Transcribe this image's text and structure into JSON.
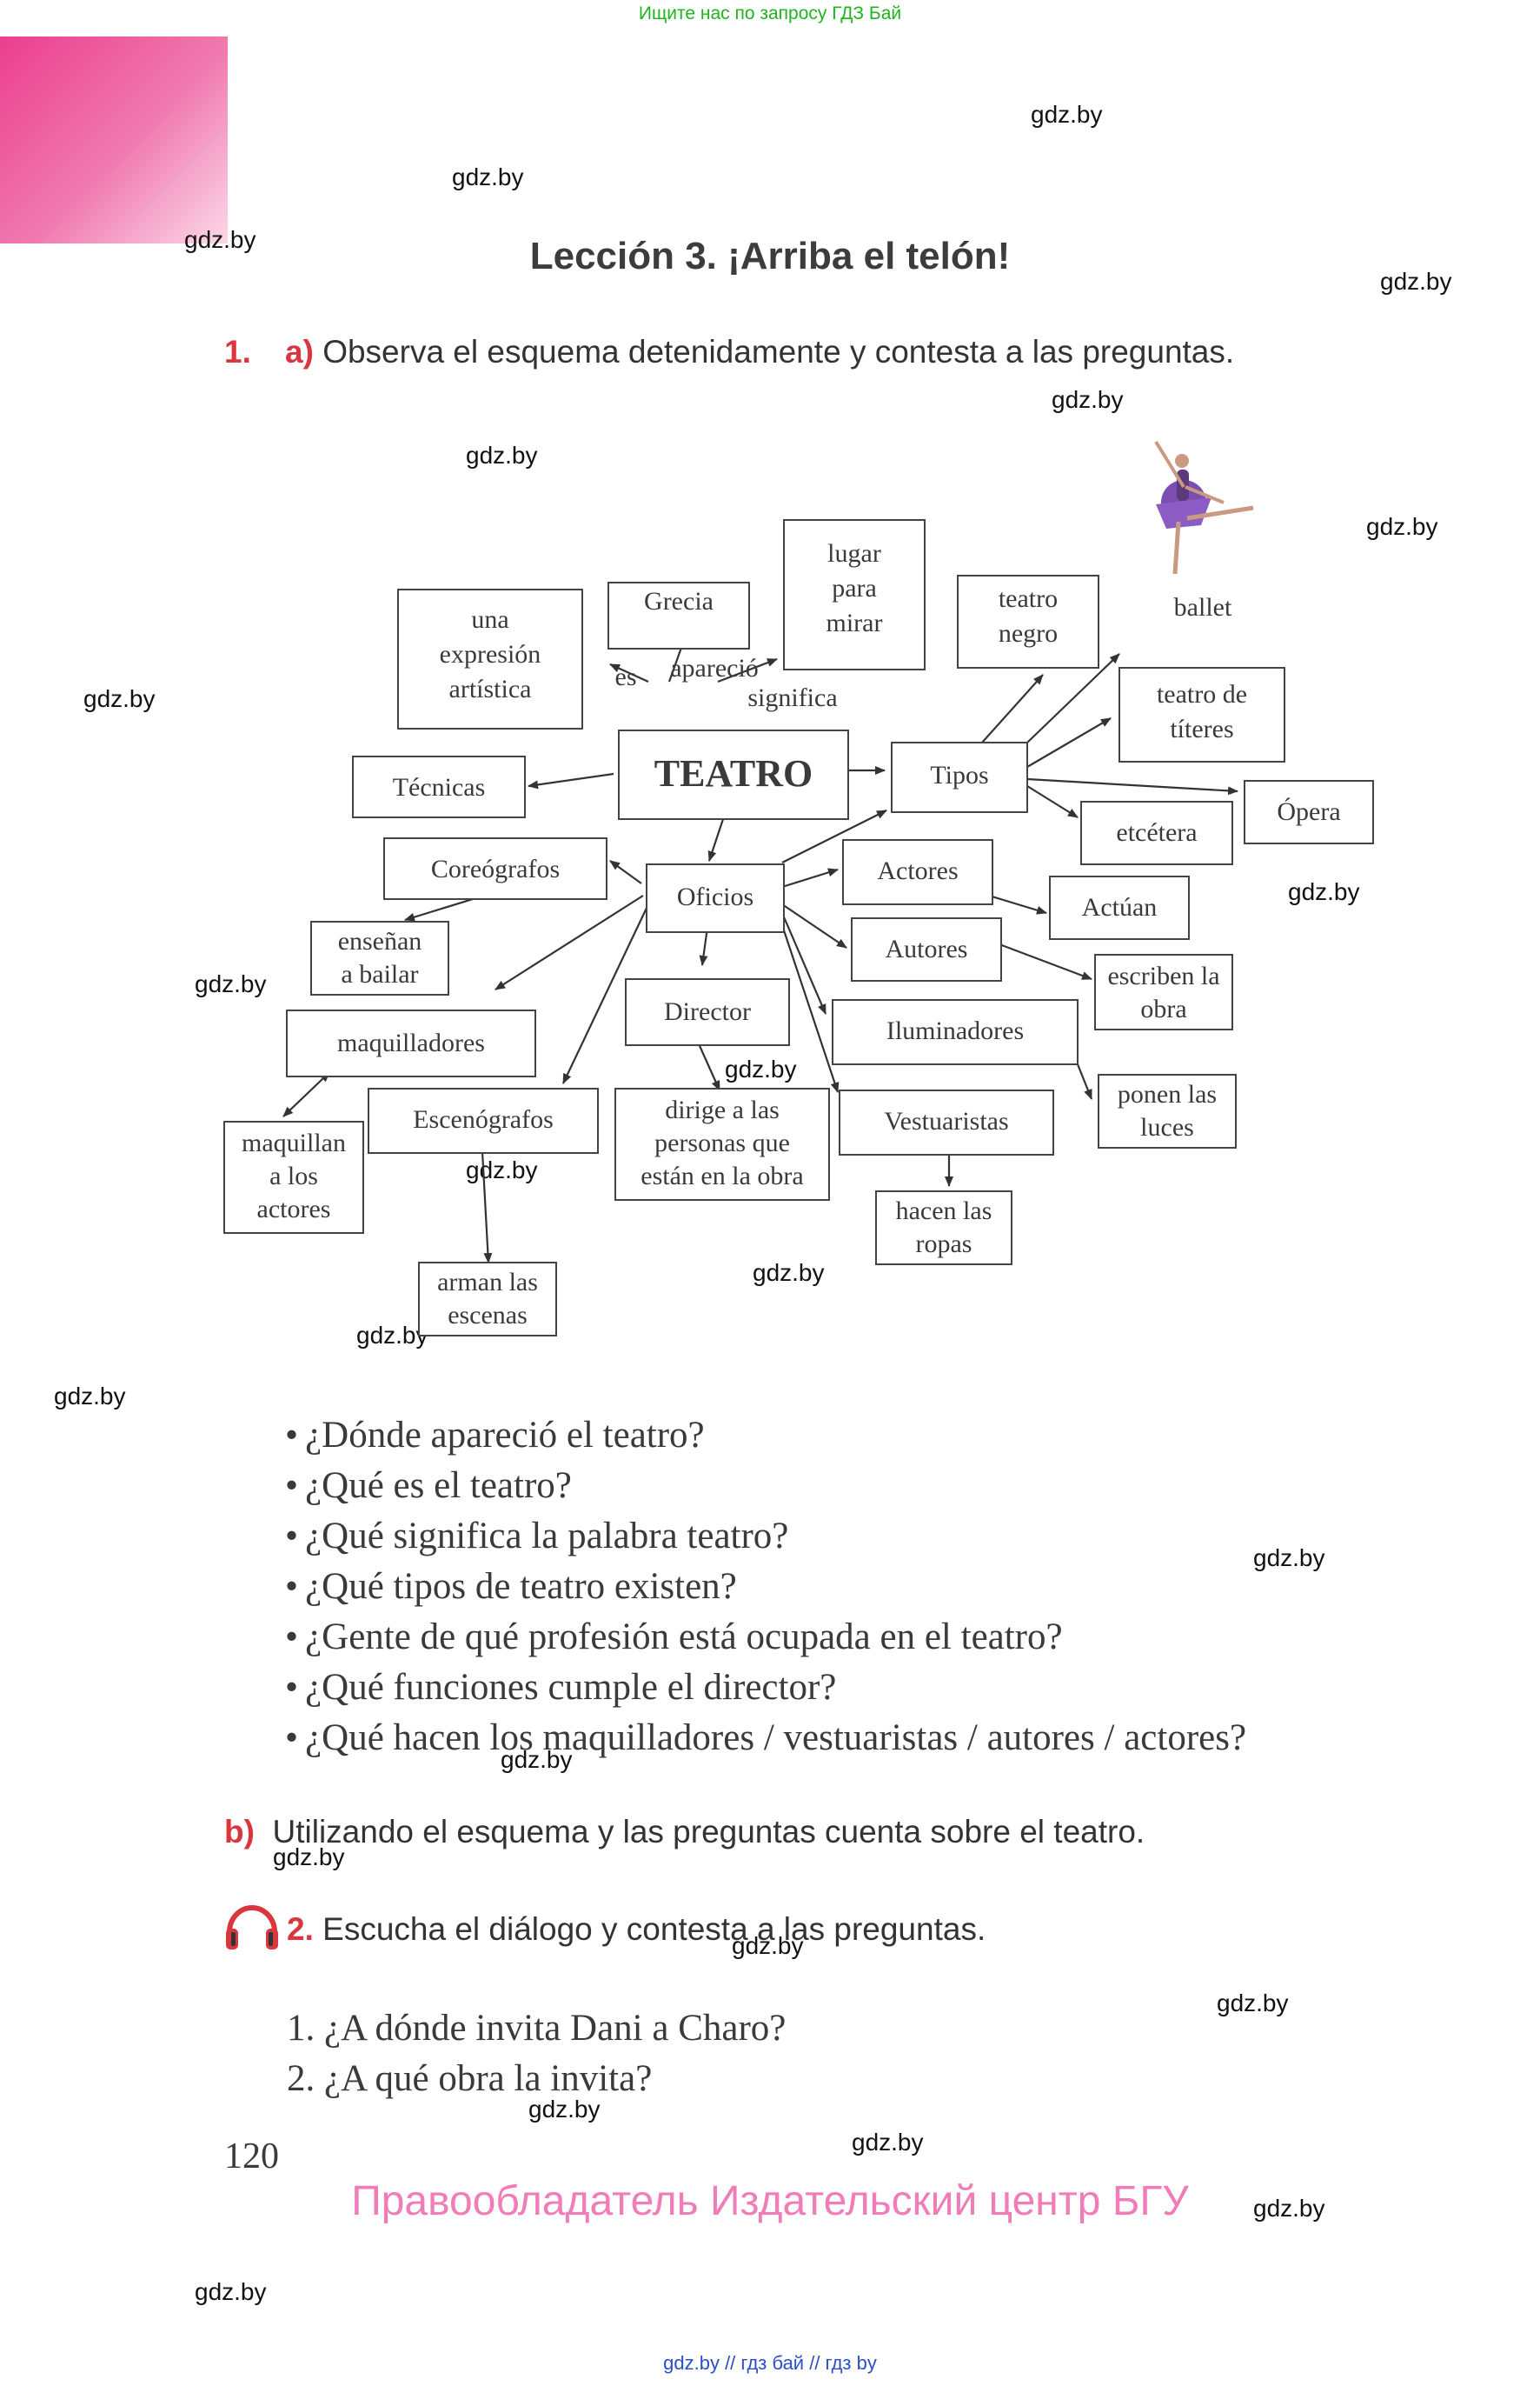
{
  "header": {
    "search_banner": "Ищите нас по запросу ГДЗ Бай"
  },
  "watermark": "gdz.by",
  "lesson": {
    "title": "Lección 3.  ¡Arriba el telón!"
  },
  "exercise1": {
    "number": "1.",
    "part_a_label": "a)",
    "part_a_text": "Observa el esquema detenidamente y contesta a las preguntas.",
    "part_b_label": "b)",
    "part_b_text": "Utilizando el esquema y las preguntas cuenta sobre el teatro."
  },
  "diagram": {
    "center": "TEATRO",
    "nodes": {
      "grecia": "Grecia",
      "expresion": [
        "una",
        "expresión",
        "artística"
      ],
      "lugar": [
        "lugar",
        "para",
        "mirar"
      ],
      "teatro_negro": [
        "teatro",
        "negro"
      ],
      "ballet": "ballet",
      "titeres": [
        "teatro de",
        "títeres"
      ],
      "tecnicas": "Técnicas",
      "tipos": "Tipos",
      "opera": "Ópera",
      "etcetera": "etcétera",
      "coreografos": "Coreógrafos",
      "oficios": "Oficios",
      "actores": "Actores",
      "actuan": "Actúan",
      "ensenan": [
        "enseñan",
        "a bailar"
      ],
      "autores": "Autores",
      "escriben": [
        "escriben la",
        "obra"
      ],
      "director": "Director",
      "maquilladores": "maquilladores",
      "iluminadores": "Iluminadores",
      "ponen_luces": [
        "ponen las",
        "luces"
      ],
      "maquillan": [
        "maquillan",
        "a los",
        "actores"
      ],
      "escenografos": "Escenógrafos",
      "dirige": [
        "dirige a las",
        "personas que",
        "están en la obra"
      ],
      "vestuaristas": "Vestuaristas",
      "hacen_ropas": [
        "hacen las",
        "ropas"
      ],
      "arman": [
        "arman las",
        "escenas"
      ]
    },
    "links": {
      "es": "es",
      "aparecio": "apareció",
      "significa": "significa"
    }
  },
  "questions": [
    "¿Dónde apareció el teatro?",
    "¿Qué es el teatro?",
    "¿Qué significa la palabra teatro?",
    "¿Qué tipos de teatro existen?",
    "¿Gente de qué profesión está ocupada en el teatro?",
    "¿Qué funciones cumple el director?",
    "¿Qué hacen los maquilladores / vestuaristas / autores / actores?"
  ],
  "bullet": "•",
  "exercise2": {
    "number": "2.",
    "text": "Escucha el diálogo y contesta a las preguntas.",
    "questions": [
      "1. ¿A dónde invita Dani a Charo?",
      "2. ¿A qué obra la invita?"
    ]
  },
  "footer": {
    "page_number": "120",
    "rights": "Правообладатель Издательский центр БГУ",
    "links": "gdz.by  //  гдз бай  //  гдз by"
  },
  "colors": {
    "accent_red": "#d9363e",
    "pink": "#f07cb8",
    "banner_green": "#1fb31f",
    "link_blue": "#2b4fc9"
  }
}
